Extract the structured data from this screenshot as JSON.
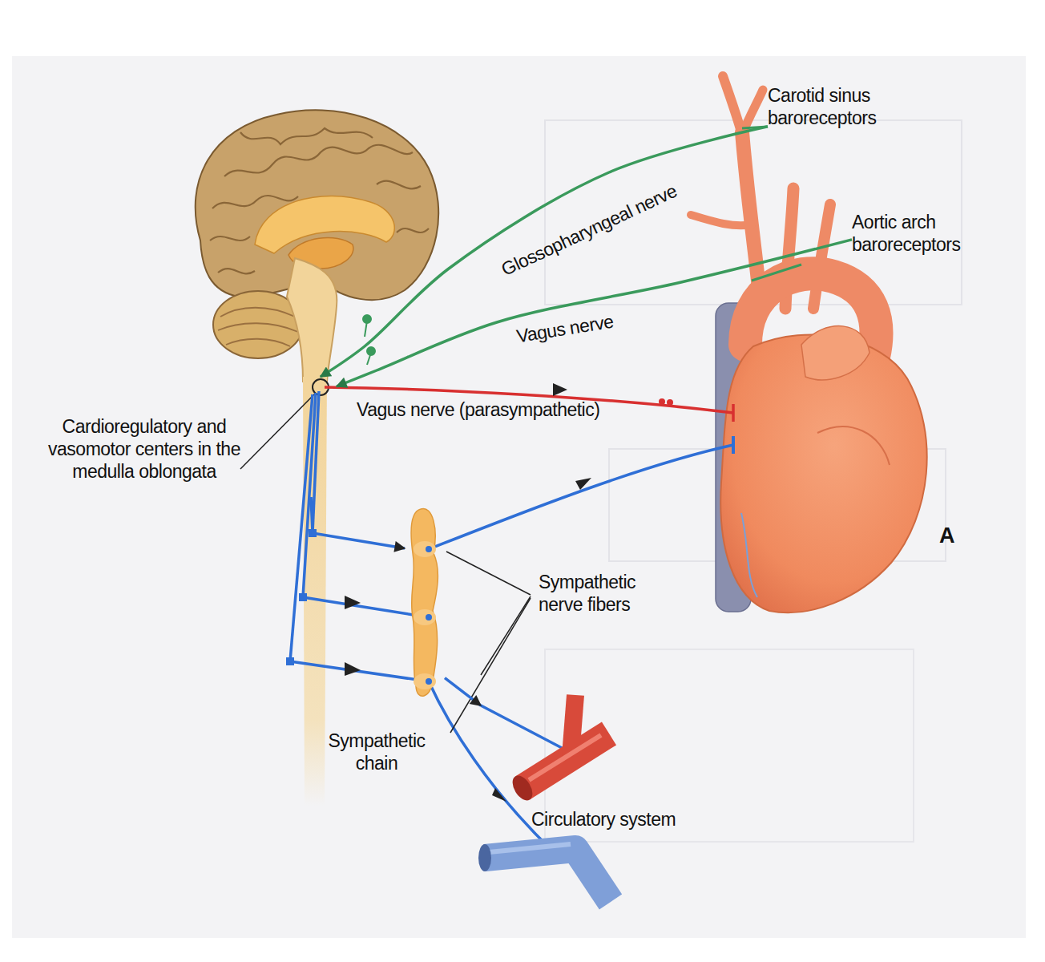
{
  "diagram": {
    "nodes": [
      {
        "text": [
          "Carotid sinus baroreceptors"
        ]
      },
      {
        "text": [
          "Aortic arch baroreceptors"
        ]
      },
      {
        "text": [
          "Cardioregulatory and vasomotor centers in the medulla oblongata"
        ]
      },
      {
        "text": [
          "Sympathetic chain"
        ]
      },
      {
        "text": [
          "Circulatory system"
        ]
      }
    ],
    "edges": [
      {
        "from": 0,
        "to": 2,
        "label": "Glossopharyngeal nerve",
        "arrow": "to"
      },
      {
        "from": 1,
        "to": 2,
        "label": "Vagus nerve",
        "arrow": "to"
      },
      {
        "from": 2,
        "to": 3,
        "arrow": "to"
      },
      {
        "from": 3,
        "to": 4,
        "arrow": "to"
      }
    ],
    "labels": [
      "Vagus nerve (parasympathetic)",
      "Sympathetic nerve fibers",
      "A"
    ]
  }
}
